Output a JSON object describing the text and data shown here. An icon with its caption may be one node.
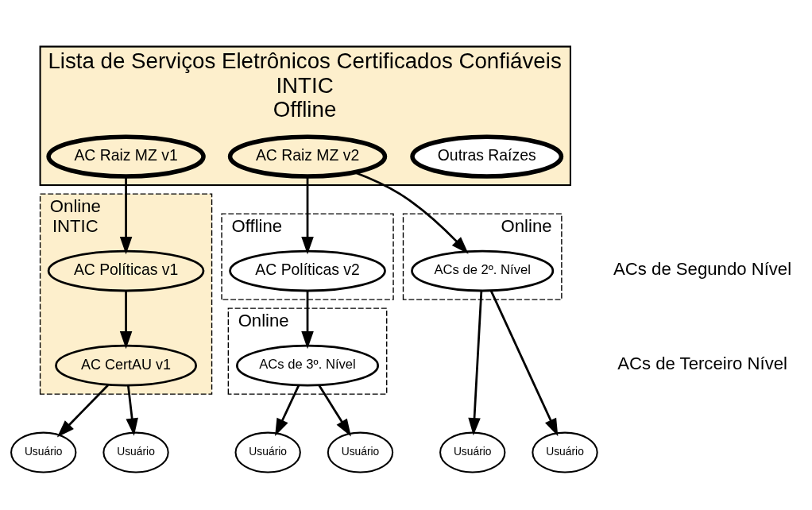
{
  "diagram": {
    "nodes": [
      {
        "text": [
          "Lista de Serviços Eletrônicos Certificados Confiáveis",
          "INTIC",
          "Offline"
        ]
      },
      {
        "text": [
          "AC Raiz MZ v1"
        ],
        "in": 0
      },
      {
        "text": [
          "AC Raiz MZ v2"
        ],
        "in": 0
      },
      {
        "text": [
          "Outras Raízes"
        ],
        "in": 0
      },
      {
        "text": [
          "Online",
          "INTIC"
        ]
      },
      {
        "text": [
          "AC Políticas v1"
        ],
        "in": 4
      },
      {
        "text": [
          "AC CertAU v1"
        ],
        "in": 4
      },
      {
        "text": [
          "Offline"
        ]
      },
      {
        "text": [
          "AC Políticas v2"
        ],
        "in": 7
      },
      {
        "text": [
          "Online"
        ]
      },
      {
        "text": [
          "ACs de 3º. Nível"
        ],
        "in": 9
      },
      {
        "text": [
          "Online"
        ]
      },
      {
        "text": [
          "ACs de 2º. Nível"
        ],
        "in": 11
      },
      {
        "text": [
          "Usuário"
        ]
      },
      {
        "text": [
          "Usuário"
        ]
      },
      {
        "text": [
          "Usuário"
        ]
      },
      {
        "text": [
          "Usuário"
        ]
      },
      {
        "text": [
          "Usuário"
        ]
      },
      {
        "text": [
          "Usuário"
        ]
      }
    ],
    "edges": [
      {
        "from": 1,
        "to": 5,
        "arrow": "to"
      },
      {
        "from": 2,
        "to": 8,
        "arrow": "to"
      },
      {
        "from": 2,
        "to": 12,
        "arrow": "to"
      },
      {
        "from": 5,
        "to": 6,
        "arrow": "to"
      },
      {
        "from": 8,
        "to": 10,
        "arrow": "to"
      },
      {
        "from": 6,
        "to": 13,
        "arrow": "to"
      },
      {
        "from": 6,
        "to": 14,
        "arrow": "to"
      },
      {
        "from": 10,
        "to": 15,
        "arrow": "to"
      },
      {
        "from": 10,
        "to": 16,
        "arrow": "to"
      },
      {
        "from": 12,
        "to": 17,
        "arrow": "to"
      },
      {
        "from": 12,
        "to": 18,
        "arrow": "to"
      }
    ],
    "labels": [
      "ACs de Segundo Nível",
      "ACs de Terceiro Nível"
    ]
  }
}
